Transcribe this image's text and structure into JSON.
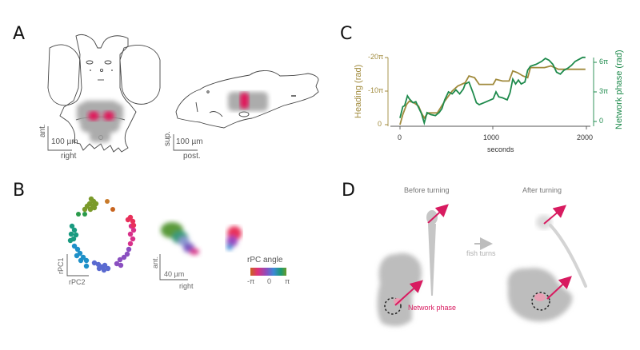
{
  "panels": {
    "A": {
      "letter": "A",
      "coronal_scale": {
        "vertical_label": "ant.",
        "bar_label": "100 µm",
        "horizontal_label": "right"
      },
      "sagittal_scale": {
        "vertical_label": "sup.",
        "bar_label": "100 µm",
        "horizontal_label": "post."
      },
      "colors": {
        "outline": "#444444",
        "neurons": "#a0a0a0",
        "highlight": "#e0125a"
      }
    },
    "B": {
      "letter": "B",
      "ring_axes": {
        "y_label": "rPC1",
        "x_label": "rPC2"
      },
      "anatomy_scale": {
        "vertical_label": "ant.",
        "bar_label": "40 µm",
        "horizontal_label": "right"
      },
      "colorbar": {
        "title": "rPC angle",
        "ticks": [
          "-π",
          "0",
          "π"
        ],
        "colors": [
          "#c8641e",
          "#e0307a",
          "#8a4fc0",
          "#3a8ad6",
          "#1a9a70",
          "#6a9a2a"
        ]
      }
    },
    "C": {
      "letter": "C"
    },
    "D": {
      "letter": "D",
      "before_title": "Before turning",
      "after_title": "After turning",
      "transition_label": "fish turns",
      "phase_label": "Network phase",
      "colors": {
        "arrow": "#d81b60",
        "fish": "#c4c4c4",
        "brain": "#bdbdbd"
      }
    }
  },
  "chart_data": {
    "type": "line",
    "title": "",
    "xlabel": "seconds",
    "ylabel": "Heading (rad)",
    "ylabel_right": "Network phase (rad)",
    "xlim": [
      0,
      2000
    ],
    "x_ticks": [
      "0",
      "1000",
      "2000"
    ],
    "y_ticks_left": [
      "0",
      "-10π",
      "-20π"
    ],
    "y_ticks_right": [
      "0",
      "3π",
      "6π"
    ],
    "ylim_left_pi": [
      0,
      -20
    ],
    "ylim_right_pi": [
      0,
      6
    ],
    "grid": false,
    "legend": "none (axis labels colored by series)",
    "series": [
      {
        "name": "Heading (rad)",
        "axis": "left",
        "color": "#a08a3c",
        "x": [
          0,
          30,
          70,
          100,
          150,
          200,
          230,
          260,
          300,
          400,
          480,
          560,
          620,
          700,
          740,
          800,
          850,
          1000,
          1030,
          1100,
          1170,
          1210,
          1260,
          1320,
          1370,
          1400,
          1550,
          1620,
          1700,
          1800,
          1990
        ],
        "y_pi": [
          0,
          -3,
          -6,
          -7,
          -6.5,
          -5.5,
          -3.5,
          -2,
          -3.5,
          -3.5,
          -7,
          -10,
          -11.5,
          -12.5,
          -14.5,
          -14,
          -12,
          -12,
          -13.5,
          -13,
          -13,
          -16,
          -15.5,
          -14.5,
          -14,
          -17,
          -17,
          -17.5,
          -16.5,
          -16.5,
          -16.5
        ]
      },
      {
        "name": "Network phase (rad)",
        "axis": "right",
        "color": "#1e8a4c",
        "x": [
          0,
          30,
          50,
          80,
          100,
          140,
          170,
          200,
          230,
          260,
          290,
          330,
          380,
          420,
          450,
          480,
          520,
          560,
          600,
          640,
          680,
          700,
          740,
          780,
          820,
          850,
          900,
          950,
          1000,
          1030,
          1060,
          1100,
          1150,
          1180,
          1210,
          1240,
          1270,
          1300,
          1340,
          1370,
          1400,
          1460,
          1520,
          1560,
          1600,
          1640,
          1680,
          1720,
          1760,
          1800,
          1840,
          1880,
          1920,
          1960,
          1990
        ],
        "y_pi": [
          0.35,
          1.5,
          1.6,
          2.6,
          2.3,
          1.9,
          2.0,
          1.4,
          0.8,
          -0.15,
          0.9,
          0.7,
          0.6,
          0.9,
          1.3,
          2.2,
          3.0,
          2.8,
          3.2,
          2.8,
          3.3,
          3.8,
          4.0,
          3.0,
          1.9,
          1.7,
          1.9,
          2.1,
          2.3,
          3.0,
          2.5,
          2.4,
          2.2,
          2.9,
          4.3,
          3.8,
          4.2,
          3.8,
          4.0,
          5.2,
          5.6,
          5.8,
          6.1,
          6.4,
          6.2,
          5.8,
          5.0,
          4.8,
          5.2,
          5.4,
          5.7,
          6.1,
          6.3,
          6.5,
          6.5
        ]
      }
    ]
  }
}
